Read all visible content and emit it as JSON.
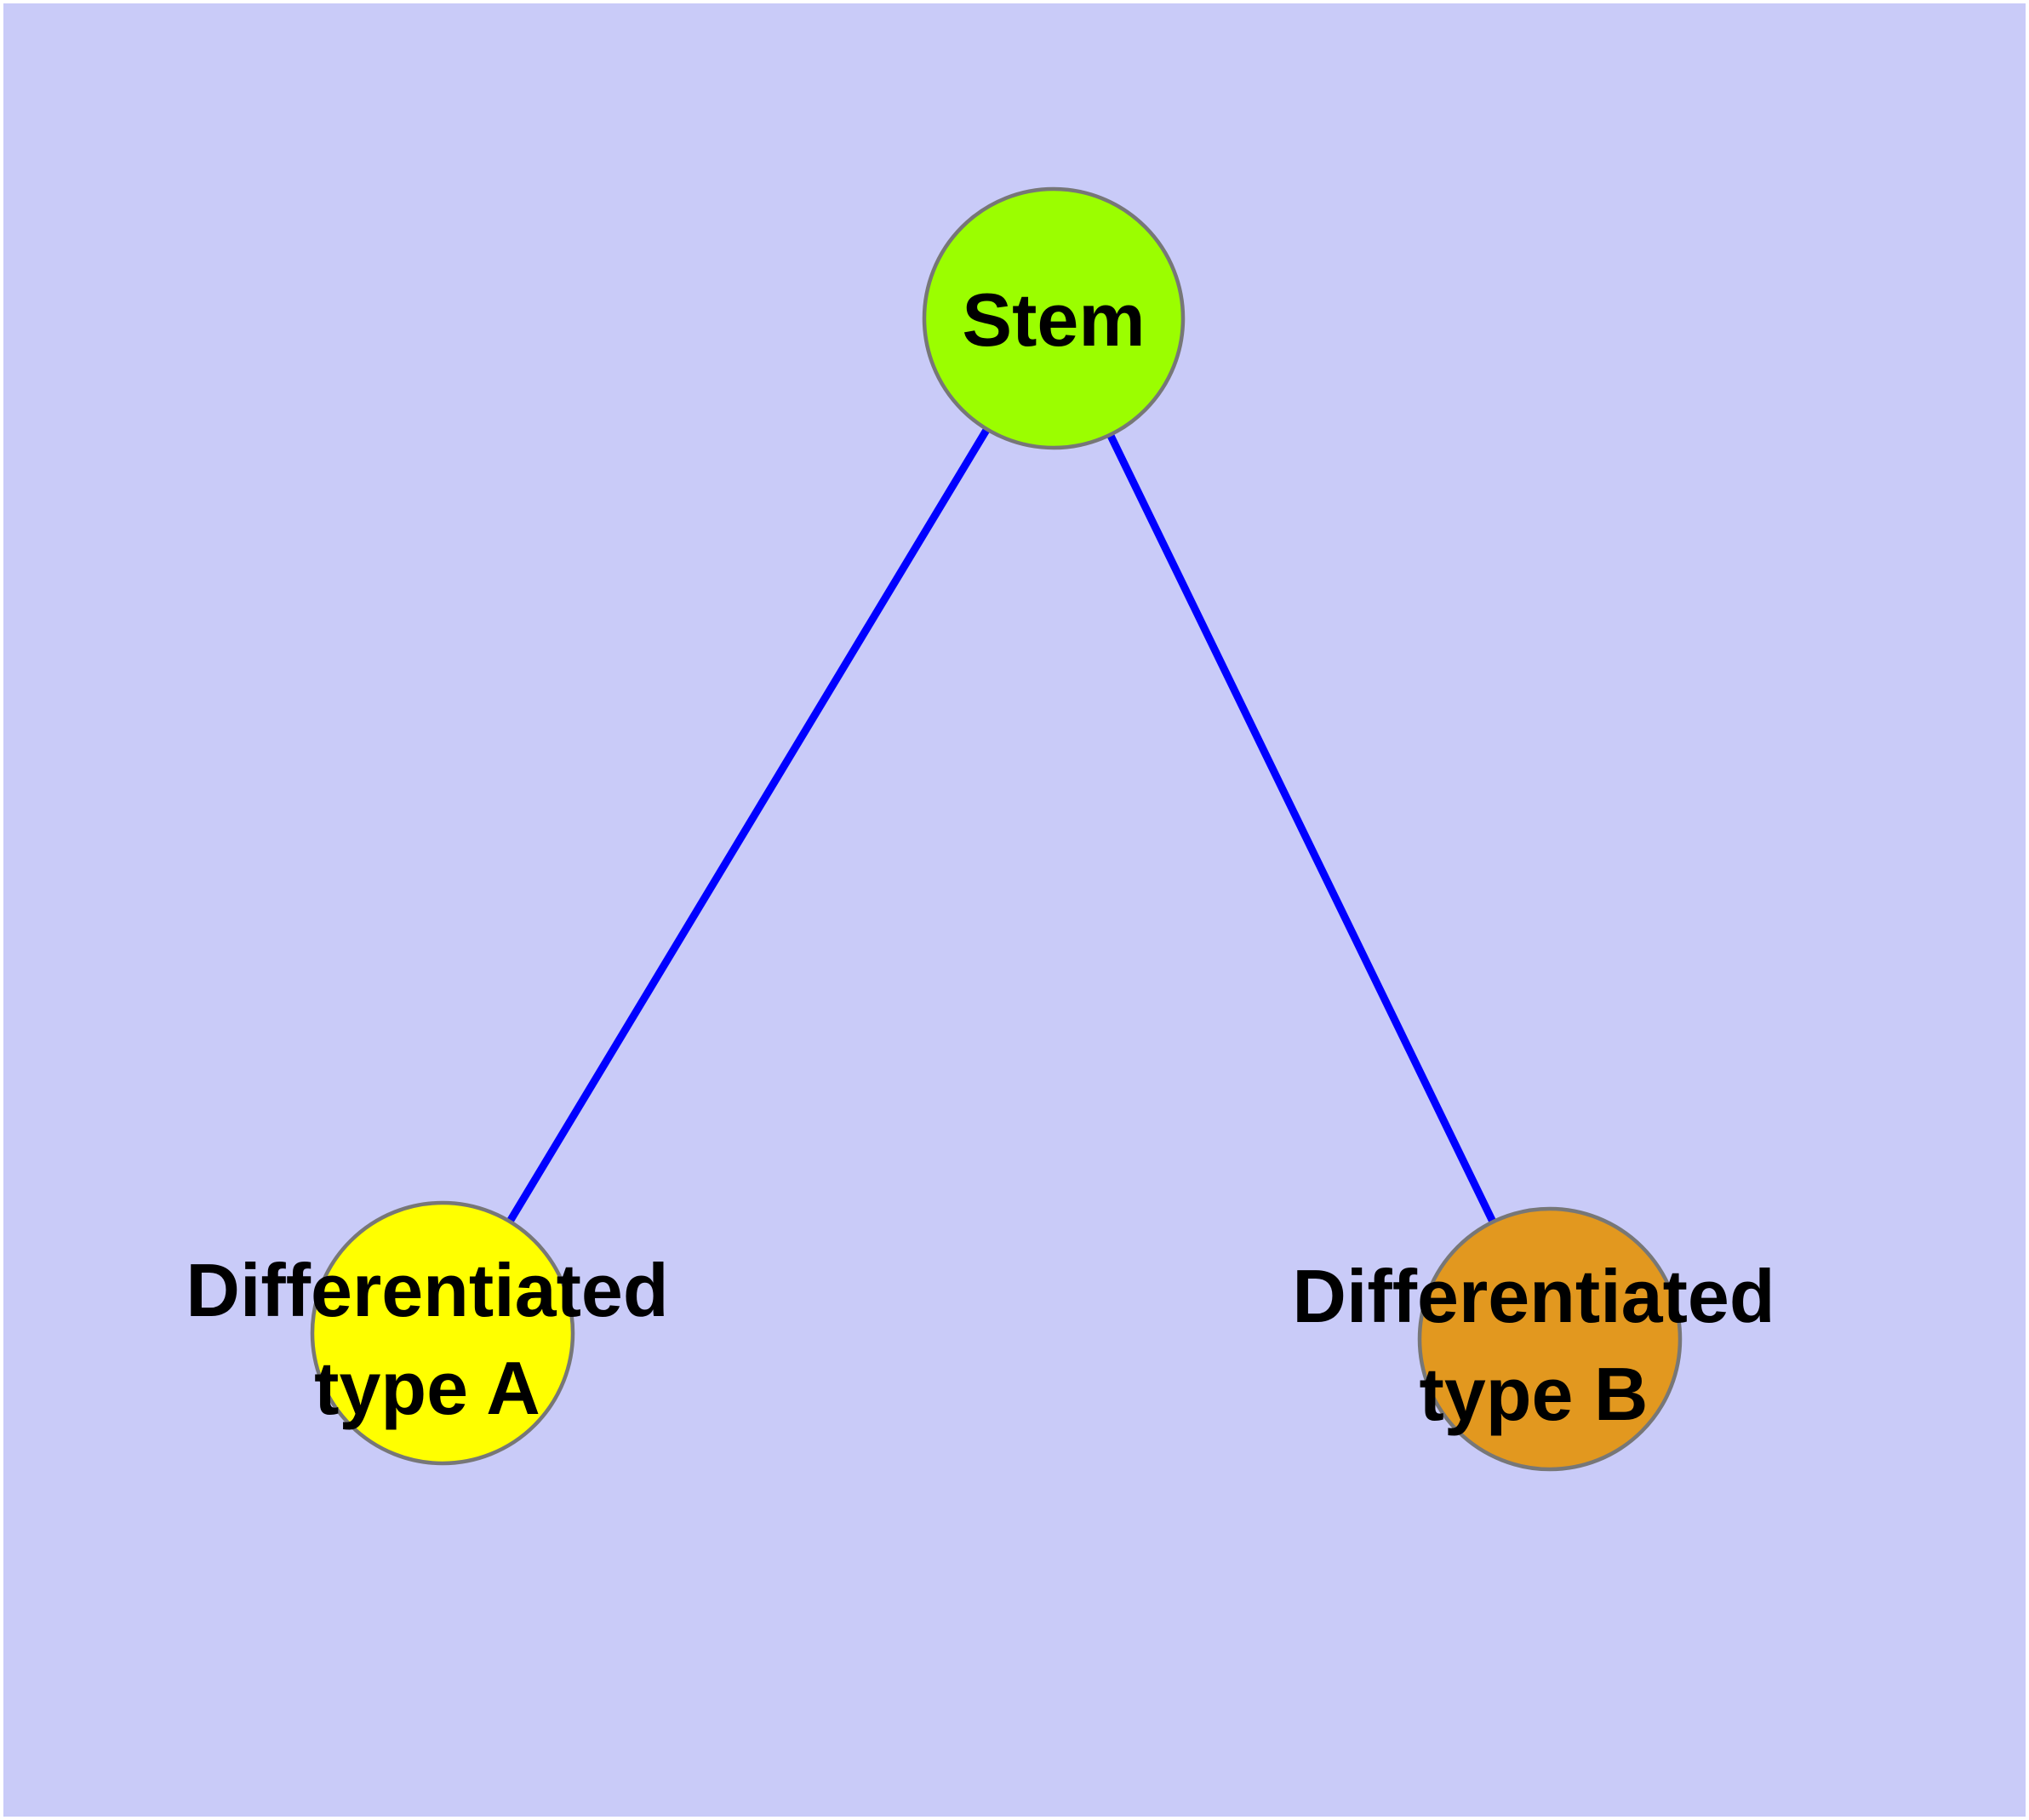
{
  "diagram": {
    "canvas": {
      "background_color": "#C9CBF8",
      "frame_color": "#FFFFFF"
    },
    "node_style": {
      "border_color": "#777777",
      "label_color": "#000000"
    },
    "edge_style": {
      "color": "#0000FF"
    },
    "nodes": {
      "stem": {
        "label": "Stem",
        "fill": "#9BFE00"
      },
      "diff_a": {
        "label_line1": "Differentiated",
        "label_line2": "type A",
        "fill": "#FFFF00"
      },
      "diff_b": {
        "label_line1": "Differentiated",
        "label_line2": "type B",
        "fill": "#E2981F"
      }
    },
    "edges": [
      {
        "from": "Stem",
        "to": "Differentiated type A"
      },
      {
        "from": "Stem",
        "to": "Differentiated type B"
      }
    ]
  }
}
